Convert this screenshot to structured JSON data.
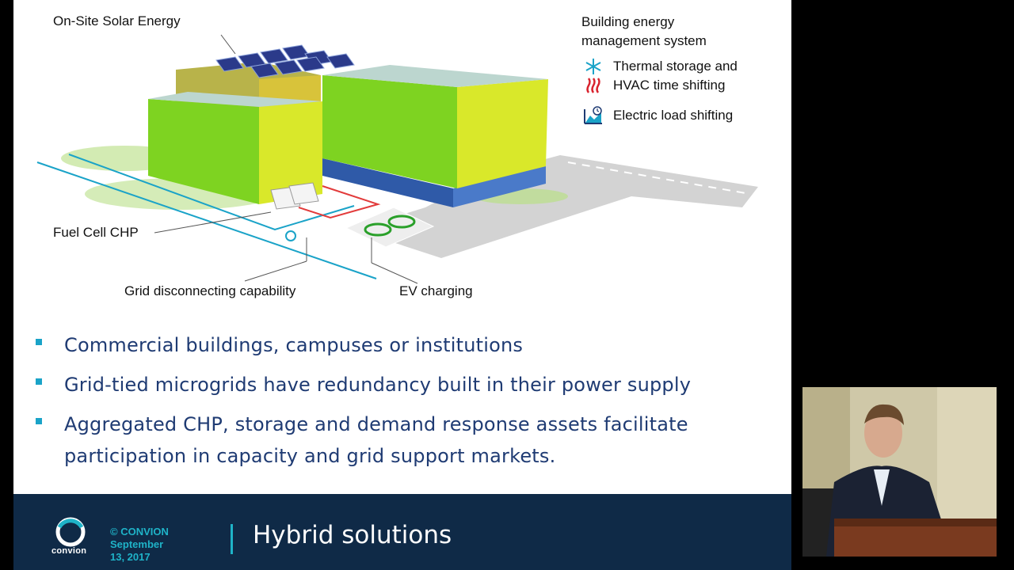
{
  "diagram": {
    "labels": {
      "solar": "On-Site Solar Energy",
      "fuel_cell": "Fuel Cell CHP",
      "grid": "Grid disconnecting capability",
      "ev": "EV charging"
    },
    "bems": {
      "title_line1": "Building energy",
      "title_line2": "management system",
      "items": [
        {
          "icon": "snowflake-icon",
          "label": "Thermal storage and"
        },
        {
          "icon": "heat-waves-icon",
          "label": "HVAC time shifting"
        },
        {
          "icon": "load-clock-icon",
          "label": "Electric load shifting"
        }
      ]
    }
  },
  "bullets": [
    "Commercial buildings, campuses or institutions",
    "Grid-tied microgrids have redundancy built in their power supply",
    "Aggregated CHP, storage and demand response assets facilitate participation in capacity and grid support markets."
  ],
  "footer": {
    "logo_text": "convion",
    "copyright": "© CONVION",
    "date_line1": "September",
    "date_line2": "13, 2017",
    "title": "Hybrid solutions"
  },
  "colors": {
    "bullet_text": "#1f3b73",
    "accent": "#1aa3c8",
    "footer_bg": "#0f2a47",
    "building_green": "#7ed321",
    "building_yellow": "#d9e82a"
  }
}
